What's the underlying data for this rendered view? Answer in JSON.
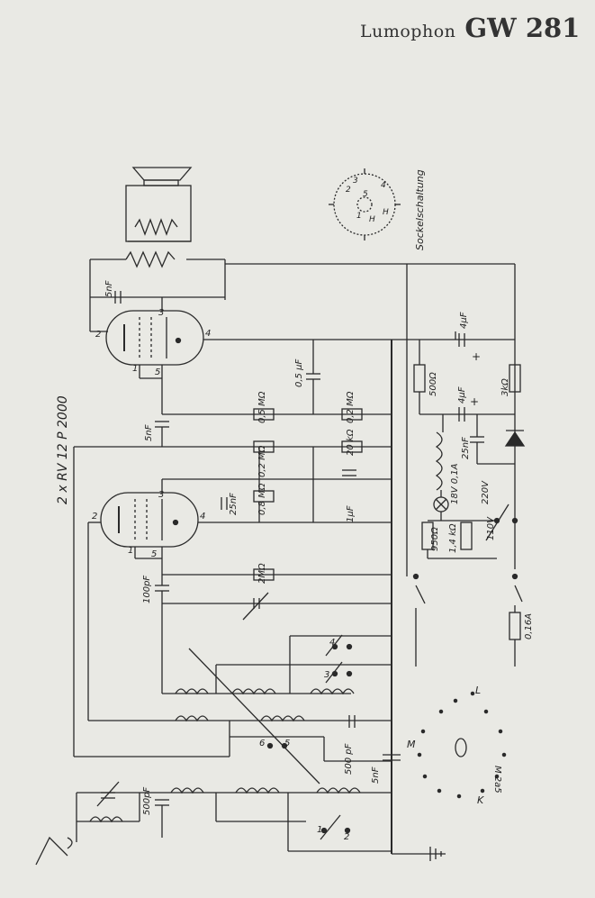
{
  "header": {
    "brand": "Lumophon",
    "model": "GW 281"
  },
  "labels": {
    "tubes": "2 x RV 12 P 2000",
    "socket_title": "Sockelschaltung",
    "sock_pins": [
      "2",
      "3",
      "5",
      "4",
      "1",
      "H",
      "H"
    ],
    "tube_pins_top": [
      "2",
      "3",
      "1",
      "5",
      "4"
    ],
    "tube_pins_bottom": [
      "2",
      "3",
      "1",
      "5",
      "4"
    ],
    "c_5nf_spk": "5nF",
    "c_05uf": "0,5 µF",
    "r_05m": "0,5 MΩ",
    "r_02m_a": "0,2 MΩ",
    "c_5nf_cpl": "5nF",
    "r_20k": "20 kΩ",
    "r_02m_b": "0,2 MΩ",
    "r_08m": "0,8 MΩ",
    "c_25nf_a": "25nF",
    "c_1uf": "1µF",
    "r_2m": "2MΩ",
    "c_100pf": "100pF",
    "c_4uf_a": "4µF",
    "r_500": "500Ω",
    "c_4uf_b": "4µF",
    "r_3k": "3kΩ",
    "c_25nf_b": "25nF",
    "lamp": "18V 0,1A",
    "r_950": "950Ω",
    "r_14k": "1,4 kΩ",
    "v_220": "220V",
    "v_110": "110V",
    "fuse": "0,16A",
    "c_500pf_a": "500 pF",
    "c_5nf_b": "5nF",
    "c_500pf_b": "500pF",
    "sw_nums": [
      "4",
      "3",
      "6",
      "5",
      "1",
      "2"
    ],
    "dial_code": "M 2a5",
    "dial_letters": [
      "M",
      "L",
      "K"
    ],
    "plus": "+"
  }
}
